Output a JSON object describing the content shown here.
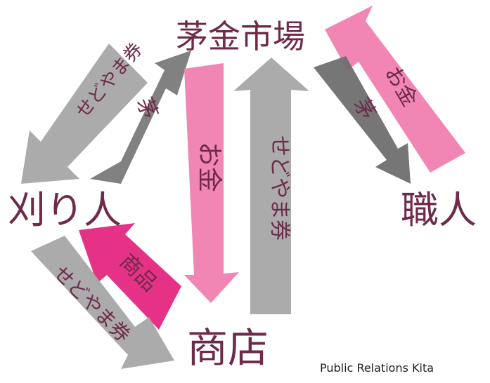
{
  "nodes": {
    "market": "茅金市場",
    "craftsman": "職人",
    "cutter": "刈り人",
    "shop": "商店"
  },
  "arrows": {
    "market_to_craftsman": "茅",
    "craftsman_to_market": "お金",
    "market_to_cutter": "せどやま券",
    "cutter_to_market": "茅",
    "market_to_shop": "お金",
    "shop_to_market": "せどやま券",
    "shop_to_cutter": "商品",
    "cutter_to_shop": "せどやま券"
  },
  "colors": {
    "pink": "#f07fb0",
    "gray": "#a7a7a7",
    "dark_gray": "#6f6f6f",
    "magenta": "#e4267f",
    "label_ink": "#6e2a4a"
  },
  "footer": {
    "credit": "Public Relations Kita"
  }
}
